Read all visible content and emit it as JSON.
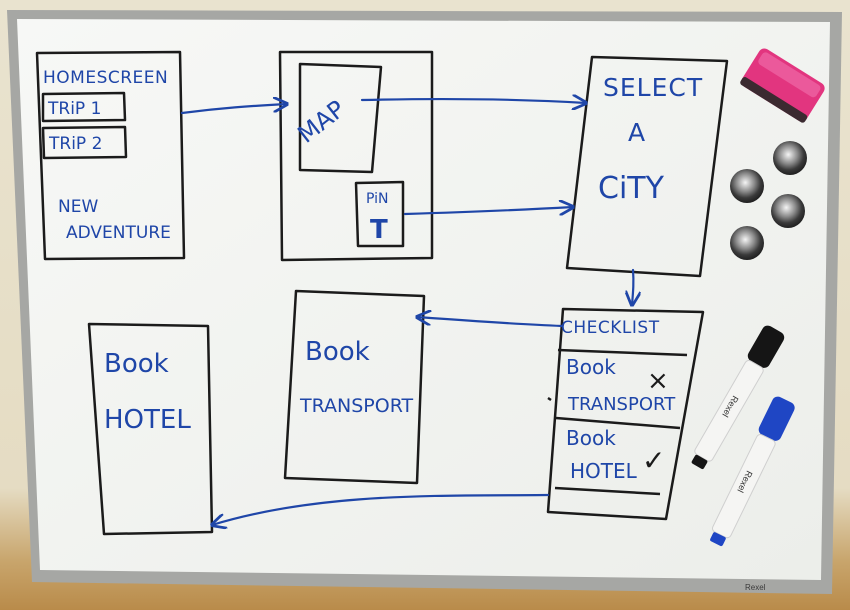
{
  "whiteboard": {
    "brand": "Rexel",
    "colors": {
      "board": "#f4f5f2",
      "frame": "#a6a7a4",
      "ink_black": "#1b1b1b",
      "ink_blue": "#1f46a8",
      "eraser": "#e2357f",
      "wall": "#e9e3cf"
    }
  },
  "sketch": {
    "homescreen": {
      "title": "HOMESCREEN",
      "trip1": "TRiP 1",
      "trip2": "TRiP 2",
      "new": "NEW",
      "adventure": "ADVENTURE"
    },
    "map_screen": {
      "map": "MAP",
      "pin": "PiN",
      "pin_glyph": "T"
    },
    "select_city": {
      "line1": "SELECT",
      "line2": "A",
      "line3": "CiTY"
    },
    "checklist": {
      "title": "CHECKLIST",
      "item1_l1": "Book",
      "item1_l2": "TRANSPORT",
      "item1_mark": "×",
      "item2_l1": "Book",
      "item2_l2": "HOTEL",
      "item2_mark": "✓"
    },
    "book_transport": {
      "line1": "Book",
      "line2": "TRANSPORT"
    },
    "book_hotel": {
      "line1": "Book",
      "line2": "HOTEL"
    }
  },
  "objects": {
    "eraser": "eraser",
    "magnets": "magnet",
    "marker_black": "black-marker",
    "marker_blue": "blue-marker",
    "marker_brand": "Rexel"
  }
}
